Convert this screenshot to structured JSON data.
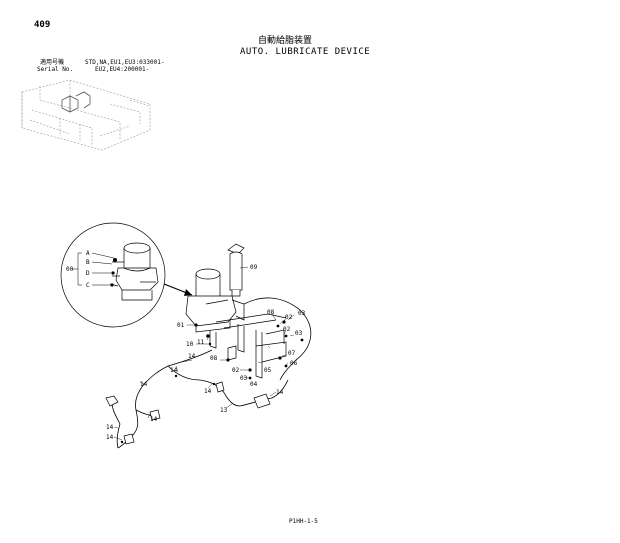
{
  "header": {
    "page_number": "409",
    "title_jp": "自動給脂装置",
    "title_en": "AUTO. LUBRICATE DEVICE",
    "serial_label_jp": "適用号機",
    "serial_label_en": "Serial No.",
    "serial_line1": "STD,NA,EU1,EU3:033001-",
    "serial_line2": "EU2,EU4:200001-"
  },
  "callouts": {
    "c00": "00",
    "cA": "A",
    "cB": "B",
    "cD": "D",
    "cC": "C",
    "c09": "09",
    "c01": "01",
    "c11": "11",
    "c10": "10",
    "c08a": "08",
    "c02a": "02",
    "c03a": "03",
    "c02b": "02",
    "c03b": "03",
    "c07": "07",
    "c05": "05",
    "c08b": "08",
    "c06": "06",
    "c02c": "02",
    "c03c": "03",
    "c04": "04",
    "c14a": "14",
    "c14b": "14",
    "c14c": "14",
    "c14d": "14",
    "c14e": "14",
    "c14f": "14",
    "c14g": "14",
    "c13": "13"
  },
  "footer": {
    "code": "P1HH-1-5"
  }
}
